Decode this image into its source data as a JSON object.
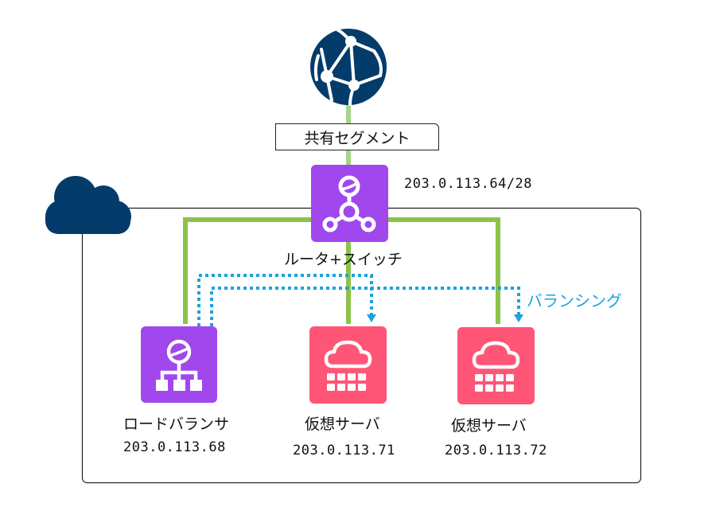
{
  "diagram": {
    "internet": {
      "icon": "globe-network-icon"
    },
    "shared_segment": {
      "label": "共有セグメント"
    },
    "cloud": {
      "icon": "cloud-icon"
    },
    "router": {
      "icon": "router-switch-icon",
      "label": "ルータ+スイッチ",
      "subnet": "203.0.113.64/28"
    },
    "load_balancer": {
      "icon": "load-balancer-icon",
      "label": "ロードバランサ",
      "ip": "203.0.113.68"
    },
    "servers": [
      {
        "icon": "virtual-server-icon",
        "label": "仮想サーバ",
        "ip": "203.0.113.71"
      },
      {
        "icon": "virtual-server-icon",
        "label": "仮想サーバ",
        "ip": "203.0.113.72"
      }
    ],
    "balancing_label": "バランシング",
    "colors": {
      "globe": "#033c6b",
      "cloud": "#033c6b",
      "router_box": "#a048ed",
      "lb_box": "#a048ed",
      "server_box": "#ff5577",
      "link_green": "#8bc34a",
      "uplink_green": "#a5d48c",
      "balancing_blue": "#1aa3e0",
      "container_border": "#222222"
    }
  }
}
